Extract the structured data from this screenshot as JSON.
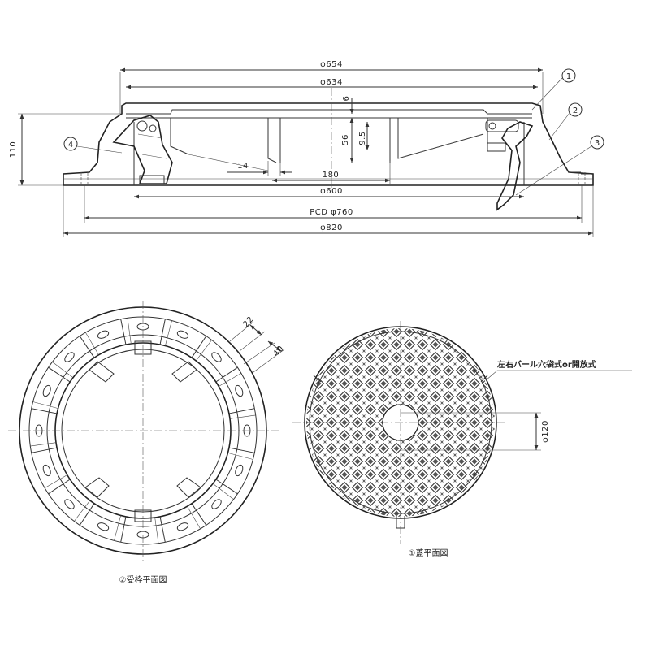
{
  "section_view": {
    "dimensions": {
      "d654": "φ654",
      "d634": "φ634",
      "d600": "φ600",
      "pcd760": "PCD φ760",
      "d820": "φ820",
      "h110": "110",
      "v6": "6",
      "v56": "56",
      "v9_5": "9.5",
      "w14": "14",
      "w180": "180"
    },
    "callouts": [
      "1",
      "2",
      "3",
      "4"
    ]
  },
  "frame_plan": {
    "dimensions": {
      "d22": "22",
      "d40": "40"
    },
    "caption": "②受枠平面図"
  },
  "cover_plan": {
    "dimensions": {
      "d120": "φ120"
    },
    "note": "左右バール穴袋式or開放式",
    "caption": "①蓋平面図"
  }
}
